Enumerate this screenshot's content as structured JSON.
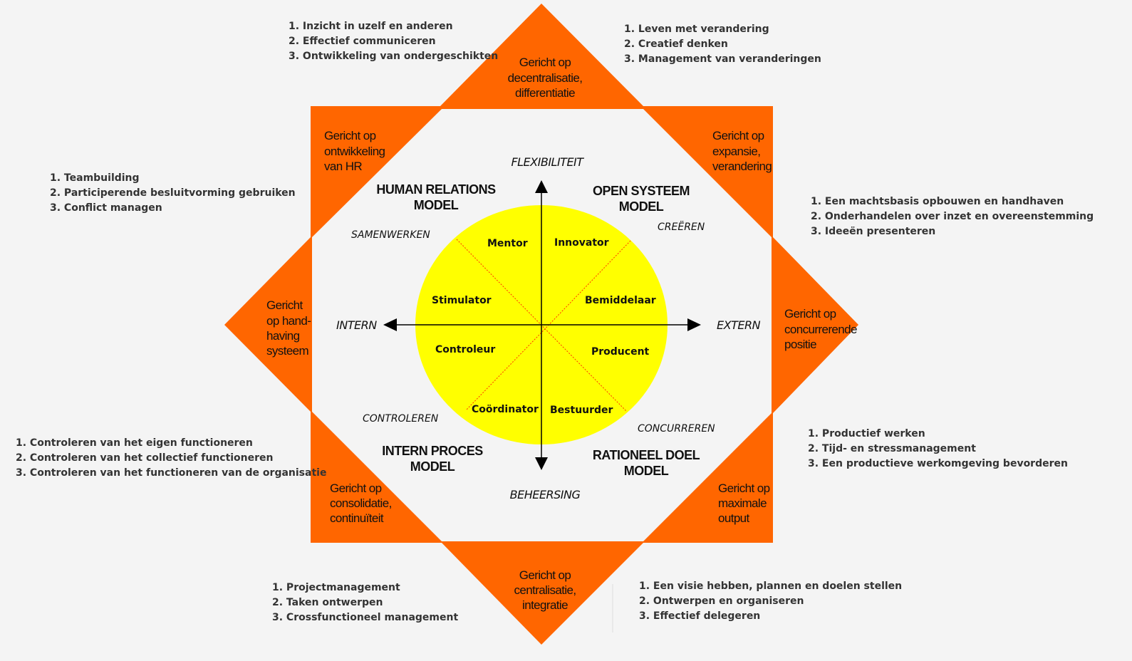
{
  "colors": {
    "background": "#f4f4f4",
    "orange": "#ff6600",
    "circle": "#ffff00",
    "divider": "#ff3300"
  },
  "axes": {
    "top": "FLEXIBILITEIT",
    "bottom": "BEHEERSING",
    "left": "INTERN",
    "right": "EXTERN"
  },
  "models": {
    "human_relations": [
      "HUMAN  RELATIONS",
      "MODEL"
    ],
    "open_systeem": [
      "OPEN SYSTEEM",
      "MODEL"
    ],
    "intern_proces": [
      "INTERN PROCES",
      "MODEL"
    ],
    "rationeel_doel": [
      "RATIONEEL DOEL",
      "MODEL"
    ]
  },
  "activities": {
    "samenwerken": "SAMENWERKEN",
    "creeren": "CREËREN",
    "controleren": "CONTROLEREN",
    "concurreren": "CONCURREREN"
  },
  "roles": {
    "mentor": "Mentor",
    "innovator": "Innovator",
    "stimulator": "Stimulator",
    "bemiddelaar": "Bemiddelaar",
    "controleur": "Controleur",
    "producent": "Producent",
    "coordinator": "Coördinator",
    "bestuurder": "Bestuurder"
  },
  "orientations": {
    "top": [
      "Gericht op",
      "decentralisatie,",
      "differentiatie"
    ],
    "top_left": [
      "Gericht op",
      "ontwikkeling",
      "van HR"
    ],
    "top_right": [
      "Gericht op",
      "expansie,",
      "verandering"
    ],
    "left": [
      "Gericht",
      "op hand-",
      "having",
      "systeem"
    ],
    "right": [
      "Gericht op",
      "concurrerende",
      "positie"
    ],
    "bottom_left": [
      "Gericht op",
      "consolidatie,",
      "continuïteit"
    ],
    "bottom_right": [
      "Gericht op",
      "maximale",
      "output"
    ],
    "bottom": [
      "Gericht op",
      "centralisatie,",
      "integratie"
    ]
  },
  "competencies": {
    "mentor": [
      "1. Inzicht in uzelf en anderen",
      "2. Effectief communiceren",
      "3. Ontwikkeling van ondergeschikten"
    ],
    "innovator": [
      "1. Leven met verandering",
      "2. Creatief denken",
      "3. Management van veranderingen"
    ],
    "stimulator": [
      "1. Teambuilding",
      "2. Participerende besluitvorming gebruiken",
      "3. Conflict managen"
    ],
    "bemiddelaar": [
      "1. Een machtsbasis opbouwen en handhaven",
      "2. Onderhandelen over inzet en overeenstemming",
      "3. Ideeën presenteren"
    ],
    "controleur": [
      "1. Controleren van het eigen functioneren",
      "2. Controleren van het collectief functioneren",
      "3. Controleren van het functioneren van de organisatie"
    ],
    "producent": [
      "1. Productief werken",
      "2. Tijd- en stressmanagement",
      "3. Een productieve werkomgeving bevorderen"
    ],
    "coordinator": [
      "1. Projectmanagement",
      "2. Taken ontwerpen",
      "3. Crossfunctioneel management"
    ],
    "bestuurder": [
      "1. Een visie hebben, plannen en doelen stellen",
      "2. Ontwerpen en organiseren",
      "3. Effectief delegeren"
    ]
  }
}
